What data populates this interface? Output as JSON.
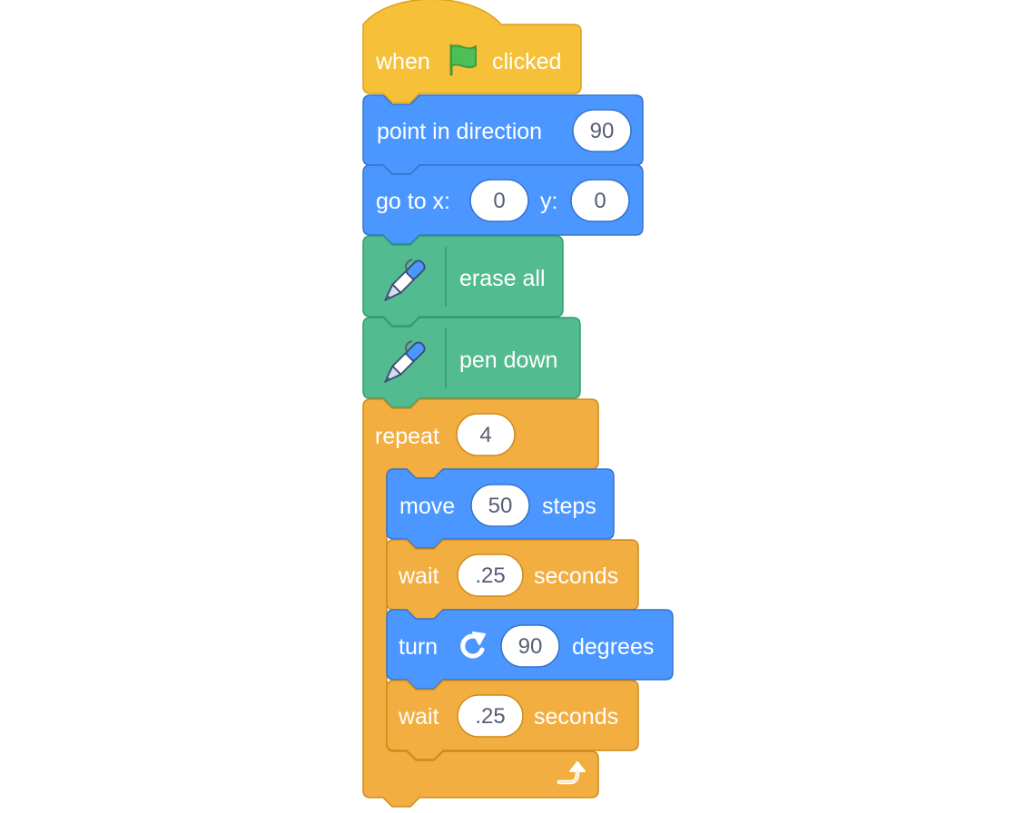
{
  "colors": {
    "events": "#f6c038",
    "events_border": "#d9a21b",
    "motion": "#4c97ff",
    "motion_border": "#3373cc",
    "pen": "#0fbd8c",
    "pen_fill": "#52bb8f",
    "pen_border": "#2f9d70",
    "control": "#f2ae41",
    "control_border": "#cf8b17",
    "input_text": "#575e75",
    "flag": "#4cbf56"
  },
  "script": {
    "hat": {
      "when": "when",
      "flag_icon": "green-flag-icon",
      "clicked": "clicked"
    },
    "point_direction": {
      "label": "point in direction",
      "value": "90"
    },
    "goto": {
      "label_x": "go to x:",
      "x": "0",
      "label_y": "y:",
      "y": "0"
    },
    "erase": {
      "icon": "pen-icon",
      "label": "erase all"
    },
    "pen_down": {
      "icon": "pen-icon",
      "label": "pen down"
    },
    "repeat": {
      "label": "repeat",
      "count": "4",
      "loop_icon": "loop-arrow-icon",
      "body": {
        "move": {
          "label": "move",
          "value": "50",
          "suffix": "steps"
        },
        "wait1": {
          "label": "wait",
          "value": ".25",
          "suffix": "seconds"
        },
        "turn": {
          "label": "turn",
          "icon": "rotate-clockwise-icon",
          "value": "90",
          "suffix": "degrees"
        },
        "wait2": {
          "label": "wait",
          "value": ".25",
          "suffix": "seconds"
        }
      }
    }
  }
}
